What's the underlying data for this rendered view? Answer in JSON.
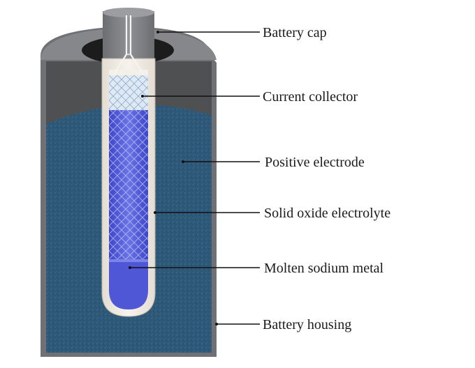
{
  "diagram": {
    "labels": {
      "battery_cap": "Battery cap",
      "current_collector": "Current collector",
      "positive_electrode": "Positive electrode",
      "solid_oxide_electrolyte": "Solid oxide electrolyte",
      "molten_sodium_metal": "Molten sodium metal",
      "battery_housing": "Battery housing"
    },
    "colors": {
      "housing": "#6f7174",
      "housing_top": "#8a8c8f",
      "cap": "#7b7d80",
      "cap_seal": "#1c1c1c",
      "positive_electrode": "#2f5a7a",
      "electrolyte_tube": "#f1ebe1",
      "collector_mesh": "#5a63d8",
      "sodium": "#4f57d6"
    }
  }
}
